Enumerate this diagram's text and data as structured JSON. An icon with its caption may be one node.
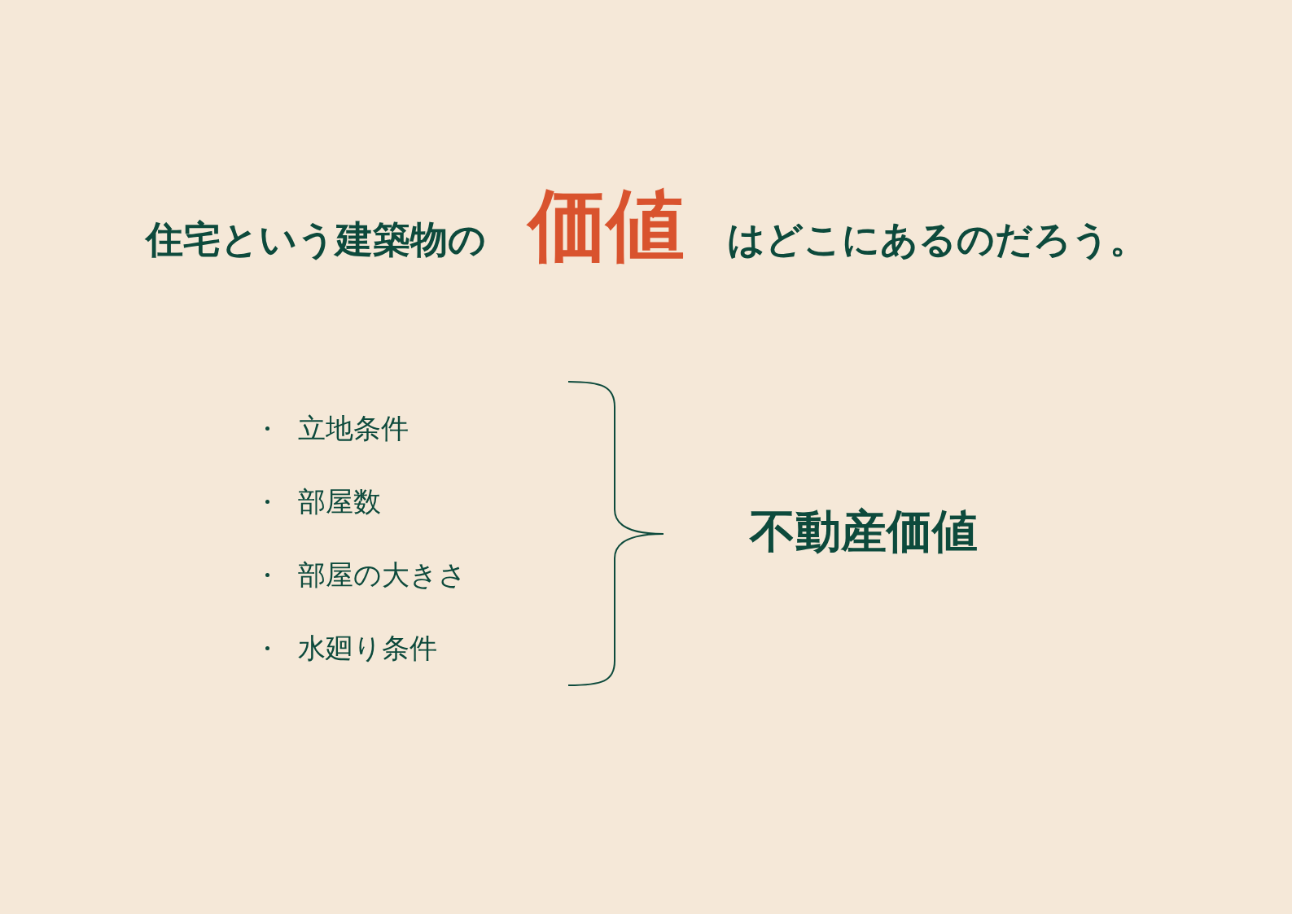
{
  "diagram": {
    "title": "住宅という建築物の**価値**はどこにあるのだろう。",
    "labels": [
      "立地条件",
      "部屋数",
      "部屋の大きさ",
      "水廻り条件",
      "不動産価値"
    ]
  }
}
